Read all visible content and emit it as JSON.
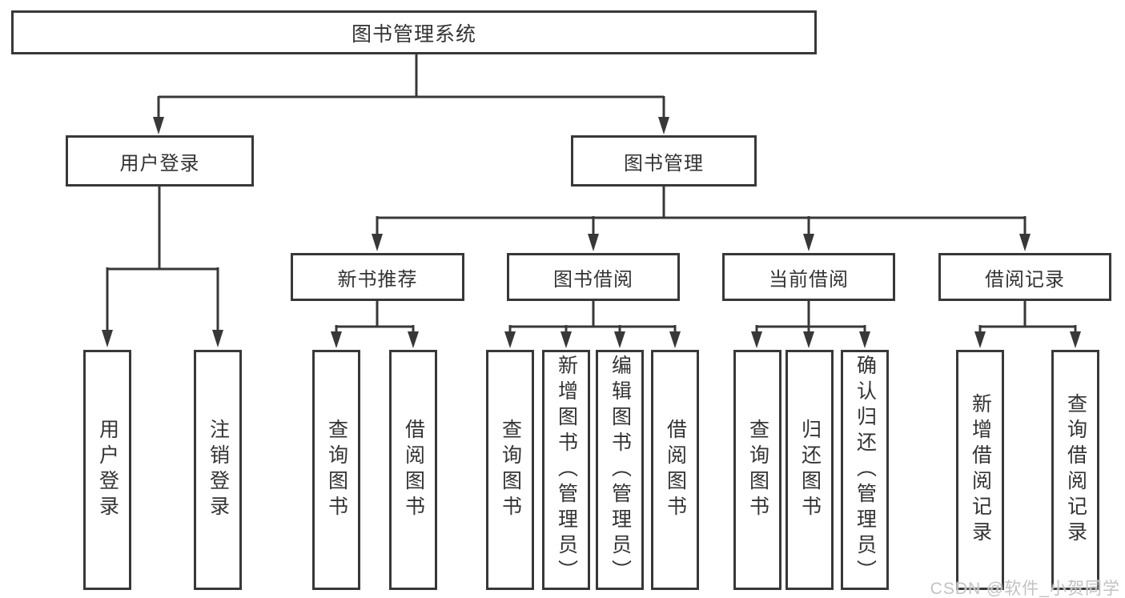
{
  "colors": {
    "line": "#383838",
    "box_border": "#383838",
    "text": "#333333",
    "box_background": "#ffffff",
    "page_background": "#ffffff",
    "watermark": "#c2c2c2"
  },
  "diagram": {
    "root": {
      "label": "图书管理系统"
    },
    "level2": [
      {
        "label": "用户登录"
      },
      {
        "label": "图书管理"
      }
    ],
    "level3": [
      {
        "label": "新书推荐"
      },
      {
        "label": "图书借阅"
      },
      {
        "label": "当前借阅"
      },
      {
        "label": "借阅记录"
      }
    ],
    "leaves": {
      "user_login": [
        "用户登录",
        "注销登录"
      ],
      "new_book_recommend": [
        "查询图书",
        "借阅图书"
      ],
      "book_borrow": [
        "查询图书",
        "新增图书（管理员）",
        "编辑图书（管理员）",
        "借阅图书"
      ],
      "current_borrow": [
        "查询图书",
        "归还图书",
        "确认归还（管理员）"
      ],
      "borrow_record": [
        "新增借阅记录",
        "查询借阅记录"
      ]
    }
  },
  "watermark": "CSDN @软件_小贺同学"
}
